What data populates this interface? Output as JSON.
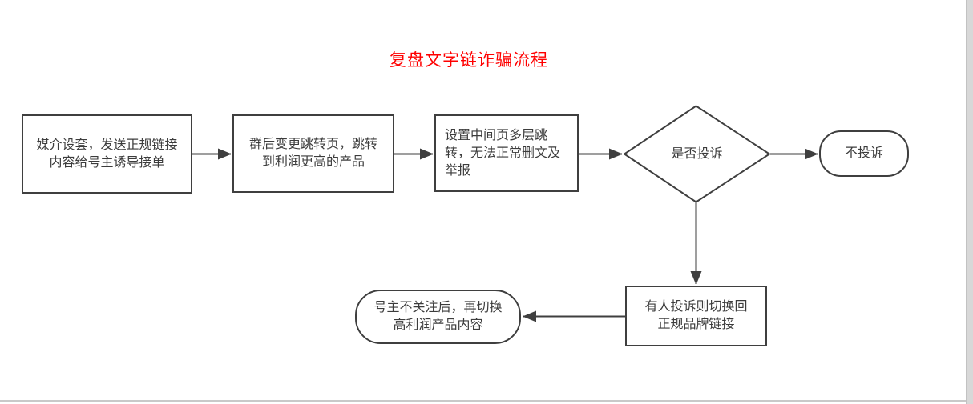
{
  "page": {
    "title": "复盘文字链诈骗流程"
  },
  "colors": {
    "title": "#ff0000",
    "shape_stroke": "#3f3f3f",
    "shape_fill": "#ffffff",
    "text": "#3c3c3c",
    "background": "#ffffff",
    "scrollbar": "#d8d8d8",
    "divider": "#c9c9c9"
  },
  "nodes": {
    "step1": {
      "shape": "rectangle",
      "text": "媒介设套，发送正规链接\n内容给号主诱导接单"
    },
    "step2": {
      "shape": "rectangle",
      "text": "群后变更跳转页，跳转\n到利润更高的产品"
    },
    "step3": {
      "shape": "rectangle",
      "text": "设置中间页多层跳\n转，无法正常删文及\n举报"
    },
    "decision": {
      "shape": "diamond",
      "text": "是否投诉"
    },
    "no_complaint": {
      "shape": "terminal",
      "text": "不投诉"
    },
    "complaint_switch": {
      "shape": "rectangle",
      "text": "有人投诉则切换回\n正规品牌链接"
    },
    "switch_back": {
      "shape": "terminal",
      "text": "号主不关注后，再切换\n高利润产品内容"
    }
  },
  "edges": [
    {
      "from": "step1",
      "to": "step2"
    },
    {
      "from": "step2",
      "to": "step3"
    },
    {
      "from": "step3",
      "to": "decision"
    },
    {
      "from": "decision",
      "to": "no_complaint"
    },
    {
      "from": "decision",
      "to": "complaint_switch"
    },
    {
      "from": "complaint_switch",
      "to": "switch_back"
    }
  ]
}
